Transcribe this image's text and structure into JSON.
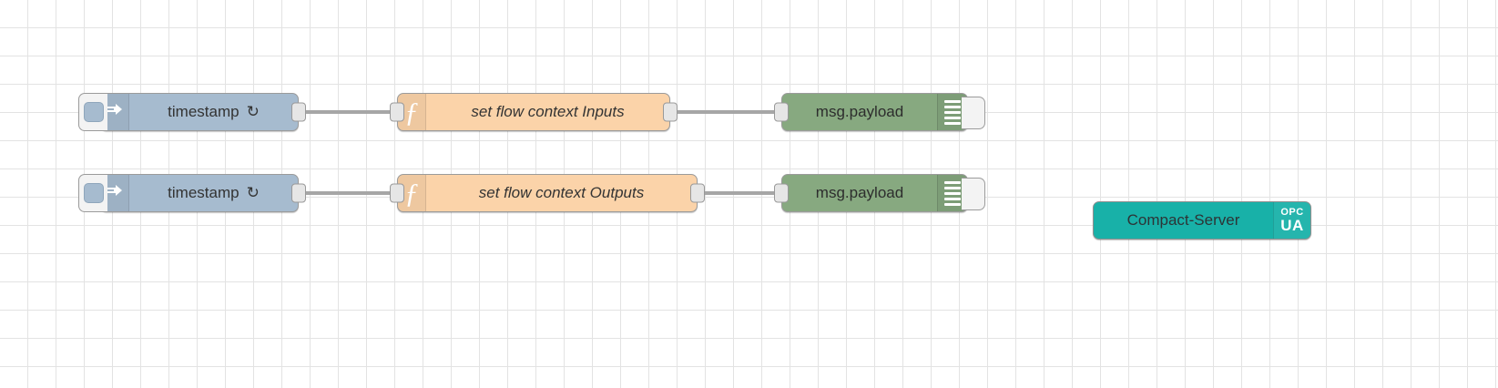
{
  "canvas": {
    "grid_color": "#e3e3e3",
    "background": "#ffffff",
    "wire_color": "#a6a6a6"
  },
  "flows": [
    {
      "id": "row-inputs",
      "nodes": {
        "inject": {
          "label": "timestamp",
          "repeat_glyph": "↻",
          "icon": "inject-arrow-icon",
          "color": "#a6bbcf",
          "button_name": "inject-trigger-button"
        },
        "function": {
          "label": "set flow context Inputs",
          "icon": "function-f-icon",
          "color": "#fbd3a9"
        },
        "debug": {
          "label": "msg.payload",
          "icon": "debug-lines-icon",
          "color": "#87a980",
          "toggle_name": "debug-enable-toggle"
        }
      }
    },
    {
      "id": "row-outputs",
      "nodes": {
        "inject": {
          "label": "timestamp",
          "repeat_glyph": "↻",
          "icon": "inject-arrow-icon",
          "color": "#a6bbcf",
          "button_name": "inject-trigger-button"
        },
        "function": {
          "label": "set flow context Outputs",
          "icon": "function-f-icon",
          "color": "#fbd3a9"
        },
        "debug": {
          "label": "msg.payload",
          "icon": "debug-lines-icon",
          "color": "#87a980",
          "toggle_name": "debug-enable-toggle"
        }
      }
    }
  ],
  "standalone": {
    "opcua_server": {
      "label": "Compact-Server",
      "badge_top": "OPC",
      "badge_bottom": "UA",
      "color": "#18b1a8"
    }
  }
}
